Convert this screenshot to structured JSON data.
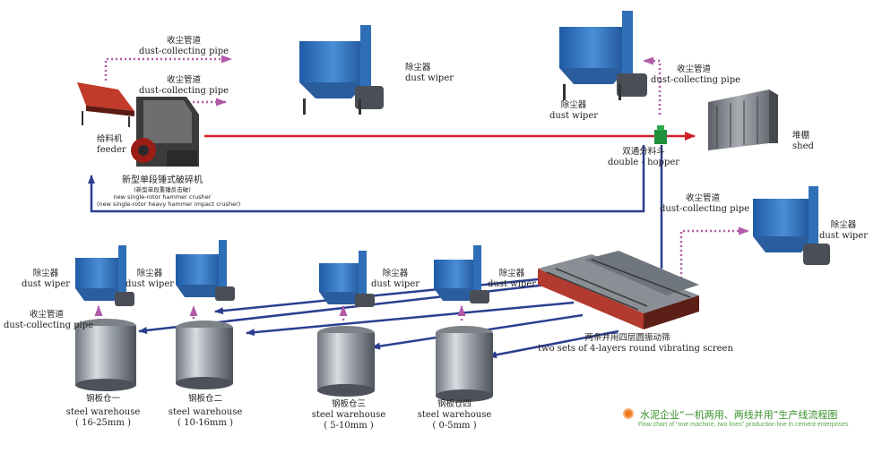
{
  "pipes": {
    "top1": {
      "zh": "收尘管道",
      "en": "dust-collecting pipe"
    },
    "top2": {
      "zh": "收尘管道",
      "en": "dust-collecting pipe"
    },
    "right_top": {
      "zh": "收尘管道",
      "en": "dust-collecting pipe"
    },
    "right_mid": {
      "zh": "收尘管道",
      "en": "dust-collecting pipe"
    },
    "left_low": {
      "zh": "收尘管道",
      "en": "dust-collecting pipe"
    }
  },
  "wipers": {
    "top_center": {
      "zh": "除尘器",
      "en": "dust wiper"
    },
    "top_right": {
      "zh": "除尘器",
      "en": "dust wiper"
    },
    "right_mid": {
      "zh": "除尘器",
      "en": "dust wiper"
    },
    "w1": {
      "zh": "除尘器",
      "en": "dust wiper"
    },
    "w2": {
      "zh": "除尘器",
      "en": "dust wiper"
    },
    "w3": {
      "zh": "除尘器",
      "en": "dust wiper"
    },
    "w4": {
      "zh": "除尘器",
      "en": "dust wiper"
    }
  },
  "feeder": {
    "zh": "给料机",
    "en": "feeder"
  },
  "crusher": {
    "zh": "新型单段锤式破碎机",
    "zh_small": "(新型单段重锤反击破)",
    "en1": "new single-rotor hammer crusher",
    "en2": "(new single-rotor heavy hammer impact crusher)"
  },
  "hopper": {
    "zh": "双通分料斗",
    "en": "double - hopper"
  },
  "shed": {
    "zh": "堆棚",
    "en": "shed"
  },
  "screen": {
    "zh": "两条并用四层圆振动筛",
    "en": "two sets of 4-layers round vibrating screen"
  },
  "warehouses": [
    {
      "zh": "钢板仓一",
      "en": "steel warehouse",
      "size": "( 16-25mm )"
    },
    {
      "zh": "钢板仓二",
      "en": "steel warehouse",
      "size": "( 10-16mm )"
    },
    {
      "zh": "钢板仓三",
      "en": "steel warehouse",
      "size": "( 5-10mm )"
    },
    {
      "zh": "钢板仓四",
      "en": "steel warehouse",
      "size": "( 0-5mm )"
    }
  ],
  "legend": {
    "title": "水泥企业“一机两用、两线并用”生产线流程图",
    "subtitle": "Flow chart of \"one machine, two lines\" production line in cement enterprises"
  },
  "colors": {
    "flow_blue": "#2b3f8f",
    "flow_red": "#d0202a",
    "pipe_purple": "#b05aa8",
    "equipment_blue": "#2f6fb8",
    "legend_green": "#3a8f2c",
    "legend_dot": "#f07a22"
  }
}
